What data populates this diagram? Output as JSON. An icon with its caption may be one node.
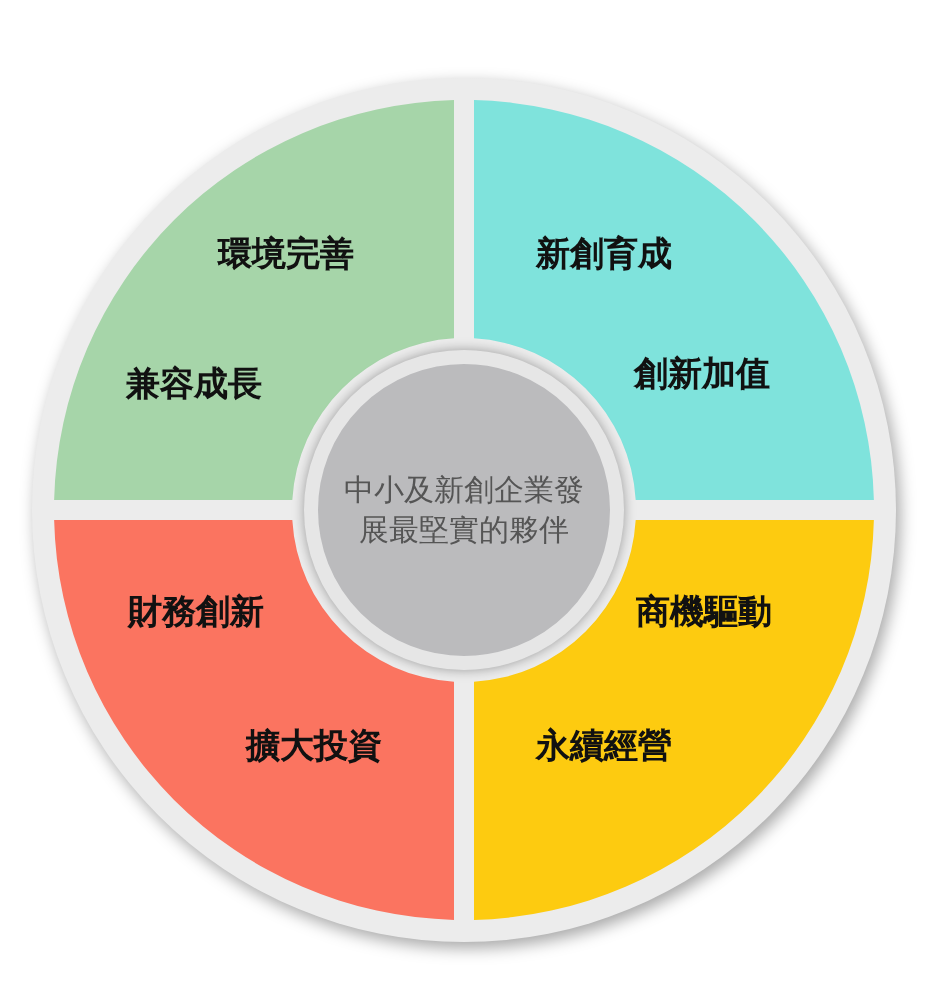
{
  "diagram": {
    "nodes": [
      {
        "text": [
          "環境完善",
          "兼容成長"
        ]
      },
      {
        "text": [
          "新創育成",
          "創新加值"
        ]
      },
      {
        "text": [
          "中小及新創企業發展最堅實的夥伴"
        ]
      },
      {
        "text": [
          "財務創新",
          "擴大投資"
        ]
      },
      {
        "text": [
          "商機驅動",
          "永續經營"
        ]
      }
    ]
  }
}
